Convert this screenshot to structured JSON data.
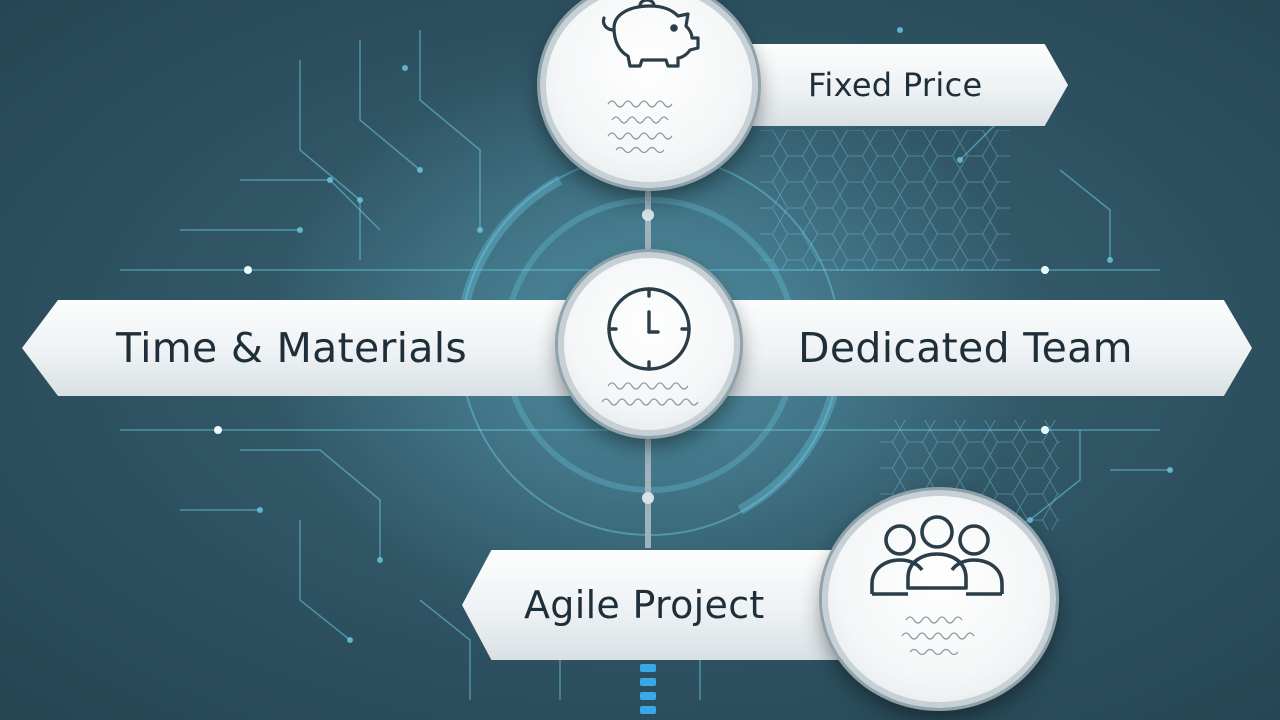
{
  "models": {
    "fixed_price": "Fixed Price",
    "time_materials": "Time & Materials",
    "dedicated_team": "Dedicated Team",
    "agile_project": "Agile Project"
  },
  "icons": {
    "top": "piggy-bank-icon",
    "center": "clock-icon",
    "bottom": "team-icon"
  },
  "colors": {
    "background": "#335a6a",
    "circuit_accent": "#5fc6e0",
    "banner_text": "#1f2f3a",
    "icon_stroke": "#2a3d48"
  }
}
